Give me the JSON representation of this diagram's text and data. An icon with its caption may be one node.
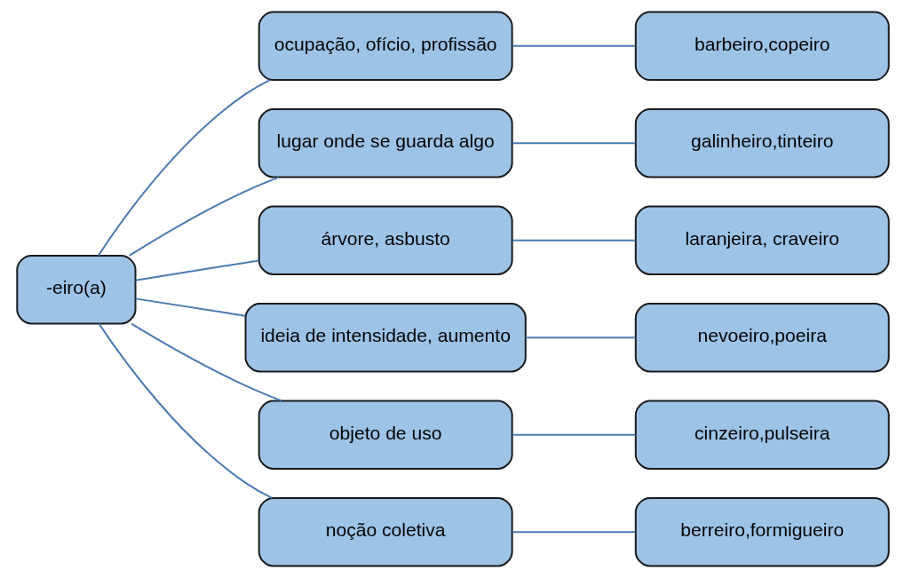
{
  "diagram": {
    "nodes": [
      {
        "text": [
          "-eiro(a)"
        ]
      },
      {
        "text": [
          "ocupação, ofício, profissão"
        ]
      },
      {
        "text": [
          "lugar onde se guarda algo"
        ]
      },
      {
        "text": [
          "árvore, asbusto"
        ]
      },
      {
        "text": [
          "ideia de intensidade, aumento"
        ]
      },
      {
        "text": [
          "objeto de uso"
        ]
      },
      {
        "text": [
          "noção coletiva"
        ]
      },
      {
        "text": [
          "barbeiro,copeiro"
        ]
      },
      {
        "text": [
          "galinheiro,tinteiro"
        ]
      },
      {
        "text": [
          "laranjeira, craveiro"
        ]
      },
      {
        "text": [
          "nevoeiro,poeira"
        ]
      },
      {
        "text": [
          "cinzeiro,pulseira"
        ]
      },
      {
        "text": [
          "berreiro,formigueiro"
        ]
      }
    ],
    "edges": [
      {
        "from": 0,
        "to": 1,
        "arrow": "none"
      },
      {
        "from": 0,
        "to": 2,
        "arrow": "none"
      },
      {
        "from": 0,
        "to": 3,
        "arrow": "none"
      },
      {
        "from": 0,
        "to": 4,
        "arrow": "none"
      },
      {
        "from": 0,
        "to": 5,
        "arrow": "none"
      },
      {
        "from": 0,
        "to": 6,
        "arrow": "none"
      },
      {
        "from": 1,
        "to": 7,
        "arrow": "none"
      },
      {
        "from": 2,
        "to": 8,
        "arrow": "none"
      },
      {
        "from": 3,
        "to": 9,
        "arrow": "none"
      },
      {
        "from": 4,
        "to": 10,
        "arrow": "none"
      },
      {
        "from": 5,
        "to": 11,
        "arrow": "none"
      },
      {
        "from": 6,
        "to": 12,
        "arrow": "none"
      }
    ]
  }
}
